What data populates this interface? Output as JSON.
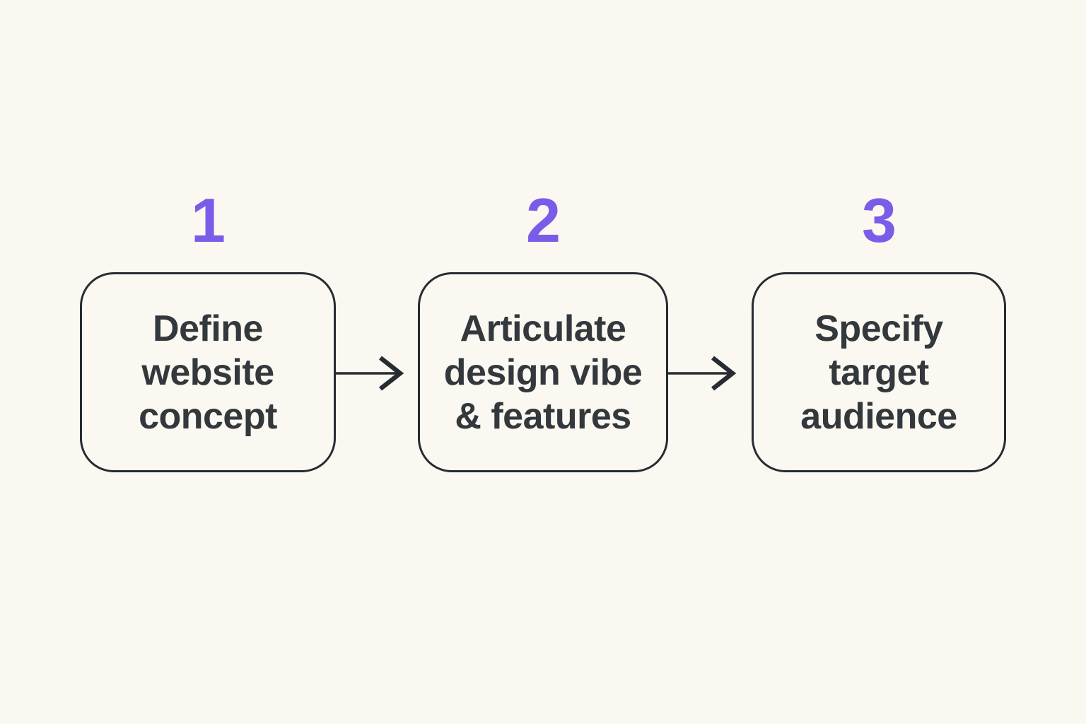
{
  "colors": {
    "background": "#FAF8F1",
    "accent": "#7A5CE8",
    "outline": "#272C32",
    "text": "#33383D"
  },
  "diagram": {
    "type": "flowchart",
    "direction": "left-to-right",
    "steps": [
      {
        "number": "1",
        "lines": [
          "Define",
          "website",
          "concept"
        ]
      },
      {
        "number": "2",
        "lines": [
          "Articulate",
          "design vibe",
          "& features"
        ]
      },
      {
        "number": "3",
        "lines": [
          "Specify",
          "target",
          "audience"
        ]
      }
    ],
    "connectors": [
      {
        "from": "1",
        "to": "2",
        "icon": "arrow-right-icon"
      },
      {
        "from": "2",
        "to": "3",
        "icon": "arrow-right-icon"
      }
    ]
  }
}
